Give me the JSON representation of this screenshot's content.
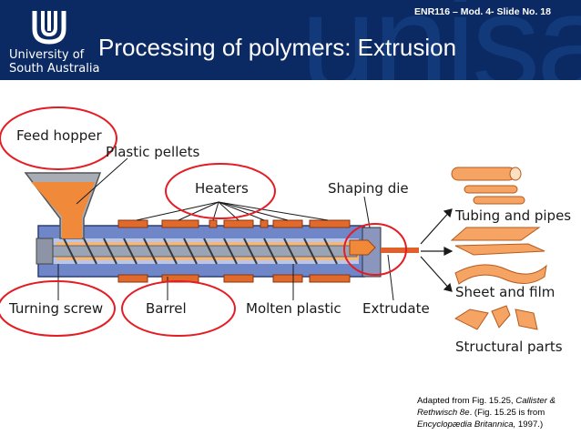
{
  "header": {
    "slide_number": "ENR116 – Mod. 4- Slide No. 18",
    "title": "Processing of polymers: Extrusion",
    "watermark": "unisa",
    "university_line1": "University of",
    "university_line2": "South Australia"
  },
  "diagram": {
    "labels": {
      "feed_hopper": "Feed hopper",
      "plastic_pellets": "Plastic pellets",
      "heaters": "Heaters",
      "shaping_die": "Shaping die",
      "tubing_and_pipes": "Tubing and pipes",
      "sheet_and_film": "Sheet and film",
      "structural_parts": "Structural parts",
      "turning_screw": "Turning screw",
      "barrel": "Barrel",
      "molten_plastic": "Molten plastic",
      "extrudate": "Extrudate"
    },
    "colors": {
      "header": "#0b2a63",
      "barrel": "#6f86c9",
      "orange": "#f08a3a",
      "heater": "#e06a2c",
      "highlight_circle": "#e51c23"
    }
  },
  "caption": {
    "prefix": "Adapted from Fig. 15.25, ",
    "ref1": "Callister & Rethwisch 8e",
    "middle": ".  (Fig. 15.25 is from ",
    "ref2": "Encyclopædia Britannica,",
    "suffix": " 1997.)"
  }
}
